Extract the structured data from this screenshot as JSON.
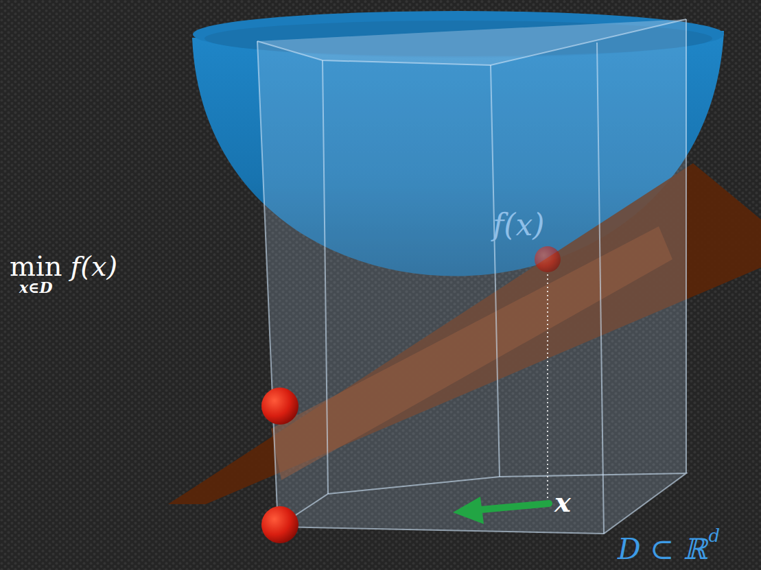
{
  "diagram": {
    "labels": [
      "min",
      "x∈D",
      "f(x)",
      "f(x)",
      "x",
      "D ⊂ ℝ",
      "d"
    ]
  }
}
